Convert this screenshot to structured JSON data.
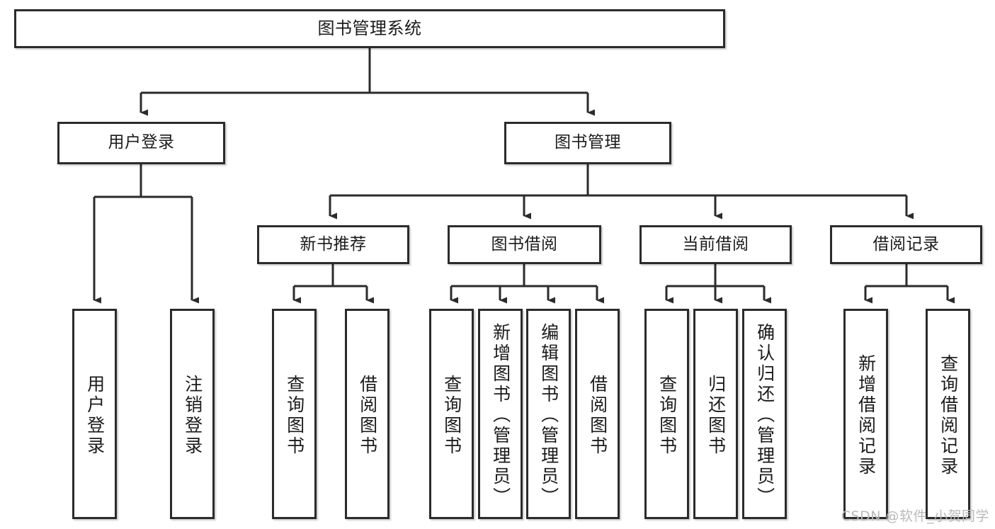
{
  "diagram": {
    "title": "图书管理系统",
    "watermark": "CSDN @软件_小贺同学",
    "colors": {
      "box_border": "#2b2b2b",
      "box_fill": "#ffffff",
      "connector": "#2b2b2b",
      "text": "#1b1b1b",
      "watermark": "#b9b9b9",
      "background": "#ffffff"
    },
    "root": {
      "label": "图书管理系统"
    },
    "level2": [
      {
        "label": "用户登录"
      },
      {
        "label": "图书管理"
      }
    ],
    "level3": [
      {
        "label": "新书推荐"
      },
      {
        "label": "图书借阅"
      },
      {
        "label": "当前借阅"
      },
      {
        "label": "借阅记录"
      }
    ],
    "leaves": [
      {
        "label": "用户登录"
      },
      {
        "label": "注销登录"
      },
      {
        "label": "查询图书"
      },
      {
        "label": "借阅图书"
      },
      {
        "label": "查询图书"
      },
      {
        "label": "新增图书（管理员）"
      },
      {
        "label": "编辑图书（管理员）"
      },
      {
        "label": "借阅图书"
      },
      {
        "label": "查询图书"
      },
      {
        "label": "归还图书"
      },
      {
        "label": "确认归还（管理员）"
      },
      {
        "label": "新增借阅记录"
      },
      {
        "label": "查询借阅记录"
      }
    ]
  }
}
